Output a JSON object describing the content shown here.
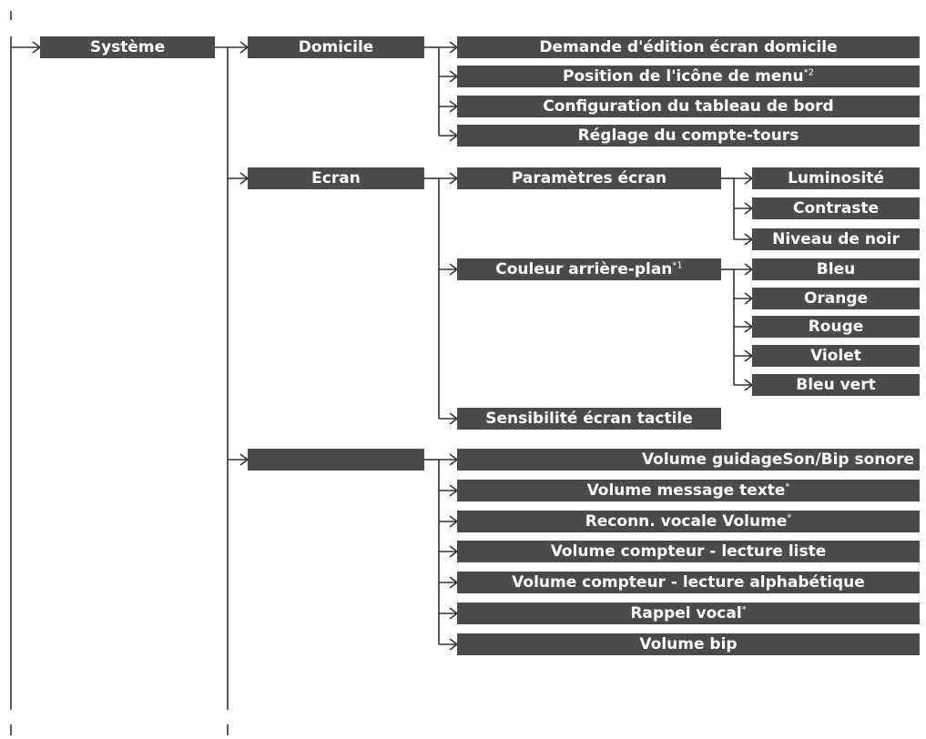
{
  "root": {
    "label": "Système"
  },
  "level1": {
    "domicile": {
      "label": "Domicile"
    },
    "ecran": {
      "label": "Ecran"
    },
    "son": {
      "label": ""
    }
  },
  "domicile_items": [
    {
      "label": "Demande d'édition écran domicile",
      "note": ""
    },
    {
      "label": "Position de l'icône de menu",
      "note": "*2"
    },
    {
      "label": "Configuration du tableau de bord",
      "note": ""
    },
    {
      "label": "Réglage du compte-tours",
      "note": ""
    }
  ],
  "ecran_items": {
    "parametres": {
      "label": "Paramètres écran",
      "note": ""
    },
    "couleur": {
      "label": "Couleur arrière-plan",
      "note": "*1"
    },
    "sensibilite": {
      "label": "Sensibilité écran tactile",
      "note": ""
    }
  },
  "parametres_items": [
    {
      "label": "Luminosité"
    },
    {
      "label": "Contraste"
    },
    {
      "label": "Niveau de noir"
    }
  ],
  "couleur_items": [
    {
      "label": "Bleu"
    },
    {
      "label": "Orange"
    },
    {
      "label": "Rouge"
    },
    {
      "label": "Violet"
    },
    {
      "label": "Bleu vert"
    }
  ],
  "son_items": [
    {
      "label": "Volume guidageSon/Bip sonore",
      "note": ""
    },
    {
      "label": "Volume message texte",
      "note": "*"
    },
    {
      "label": "Reconn. vocale Volume",
      "note": "*"
    },
    {
      "label": "Volume compteur - lecture liste",
      "note": ""
    },
    {
      "label": "Volume compteur - lecture alphabétique",
      "note": ""
    },
    {
      "label": "Rappel vocal",
      "note": "*"
    },
    {
      "label": "Volume bip",
      "note": ""
    }
  ]
}
